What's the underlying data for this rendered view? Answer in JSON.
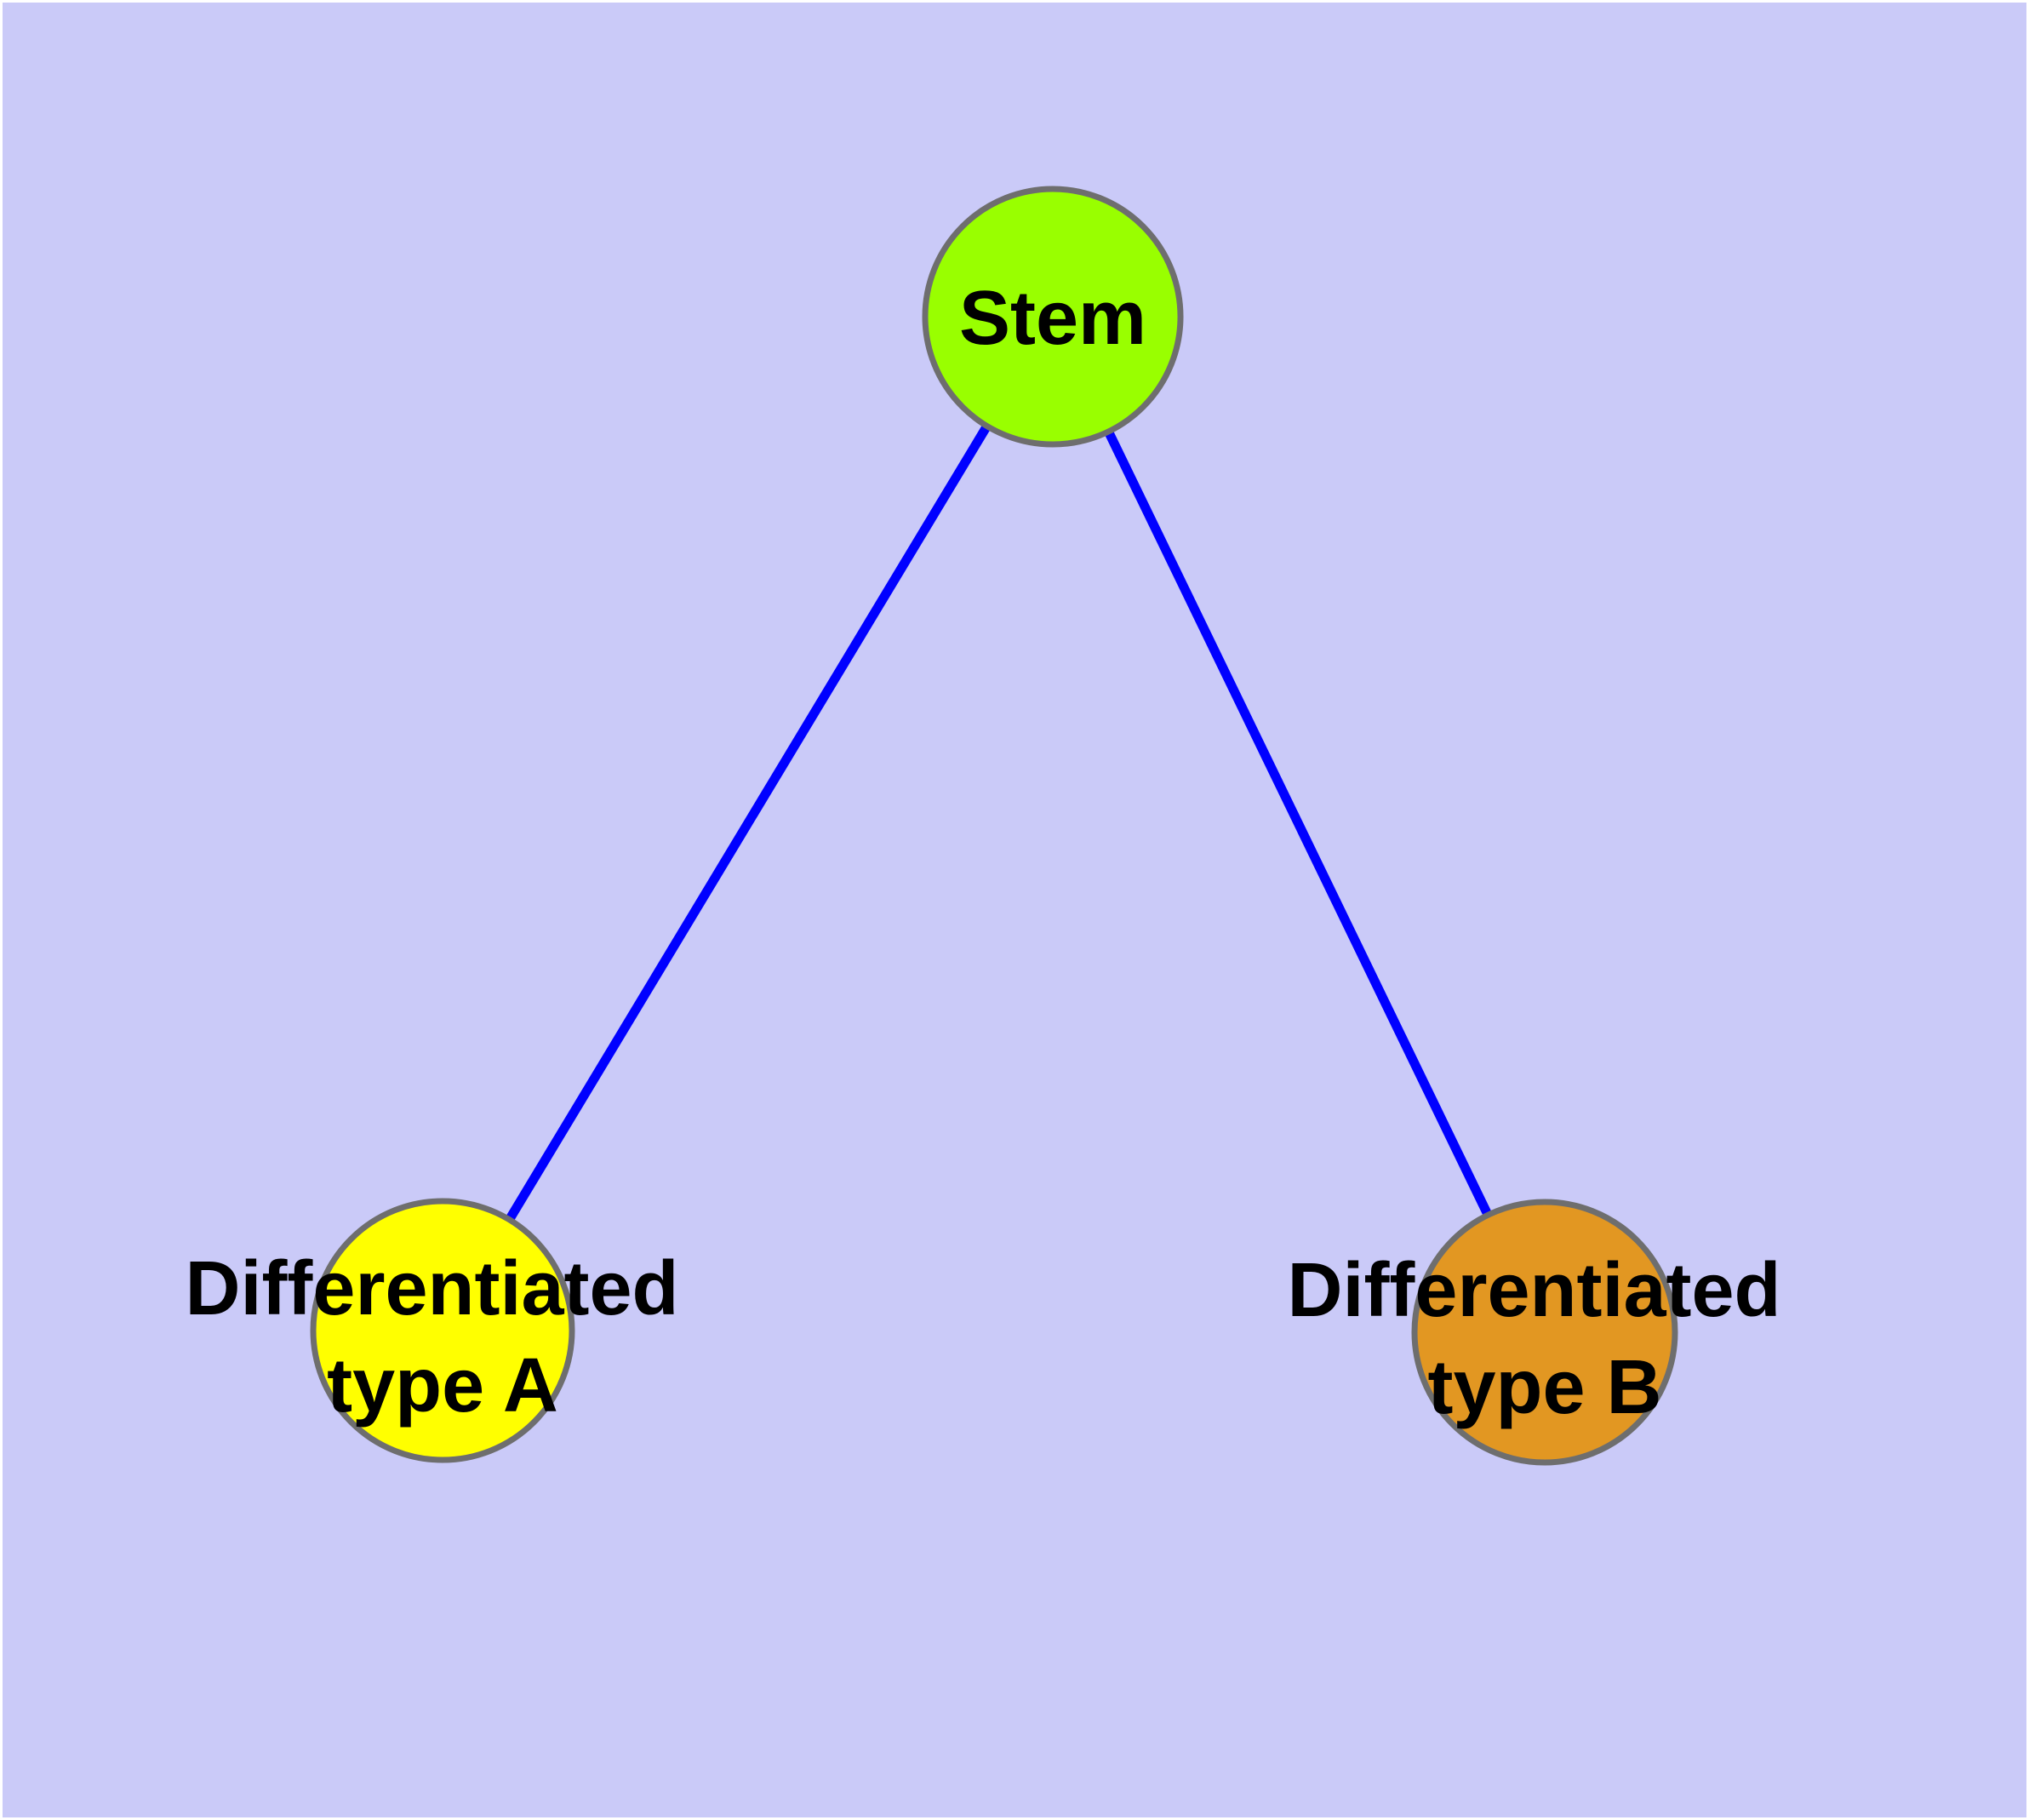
{
  "diagram": {
    "background_color": "#CACAF8",
    "margin_color": "#FFFFFF",
    "edge_color": "#0000FF",
    "node_border_color": "#6E6E6E",
    "text_color": "#000000",
    "nodes": [
      {
        "id": "stem",
        "label": "Stem",
        "fill": "#99FF00"
      },
      {
        "id": "type-a",
        "line1": "Differentiated",
        "line2": "type A",
        "fill": "#FFFF00"
      },
      {
        "id": "type-b",
        "line1": "Differentiated",
        "line2": "type B",
        "fill": "#E29722"
      }
    ],
    "edges": [
      {
        "from": "stem",
        "to": "type-a"
      },
      {
        "from": "stem",
        "to": "type-b"
      }
    ]
  }
}
